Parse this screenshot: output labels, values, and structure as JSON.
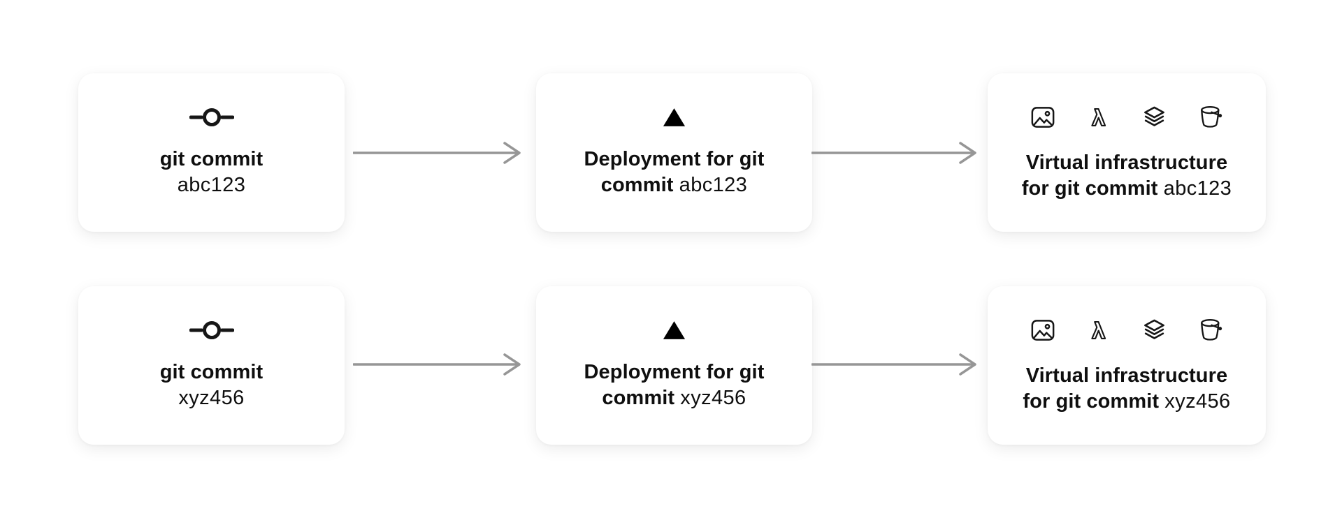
{
  "page": {
    "background": "#ffffff",
    "card_background": "#ffffff",
    "text_color": "#0f0f0f",
    "arrow_color": "#969696",
    "icon_color": "#161616"
  },
  "icons": {
    "commit_card": "git-commit-icon",
    "deployment_card": "vercel-triangle-icon",
    "infra_card": [
      "image-icon",
      "lambda-icon",
      "layers-icon",
      "bucket-icon"
    ]
  },
  "rows": [
    {
      "commit": {
        "label": "git commit",
        "hash": "abc123"
      },
      "deployment": {
        "line1": "Deployment for git",
        "line2_bold": "commit",
        "hash": "abc123"
      },
      "infra": {
        "line1": "Virtual infrastructure",
        "line2_bold": "for git commit",
        "hash": "abc123"
      }
    },
    {
      "commit": {
        "label": "git commit",
        "hash": "xyz456"
      },
      "deployment": {
        "line1": "Deployment for git",
        "line2_bold": "commit",
        "hash": "xyz456"
      },
      "infra": {
        "line1": "Virtual infrastructure",
        "line2_bold": "for git commit",
        "hash": "xyz456"
      }
    }
  ]
}
